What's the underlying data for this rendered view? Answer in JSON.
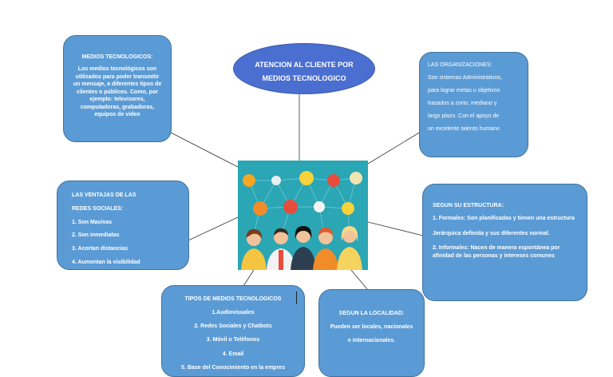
{
  "title": {
    "line1": "ATENCION AL CLIENTE POR",
    "line2": "MEDIOS TECNOLOGICO"
  },
  "medios": {
    "heading": "MEDIOS TECNOLOGICOS:",
    "body": "Los medios tecnológicos son utilizados para poder transmitir un mensaje, a diferentes tipos de clientes o públicos. Como, por ejemplo: televisores, computadoras, grabadoras, equipos de video"
  },
  "organizaciones": {
    "lines": [
      "LAS ORGANIZACIONES:",
      "Son sistemas Administrativos,",
      "para lograr metas u objetivos",
      "trazados a corto, mediano y",
      "largo plazo. Con el apoyo de",
      "un excelente talento humano"
    ]
  },
  "ventajas": {
    "lines": [
      "LAS VENTAJAS DE LAS",
      "REDES SOCIALES:",
      "1. Son Masivas",
      "2. Son inmediatas",
      "3. Acortan distancias",
      "4. Aumentan la visibilidad"
    ]
  },
  "estructura": {
    "heading": "SEGUN SU ESTRUCTURA:",
    "p1": "1. Formales: Son planificadas y tienen una estructura",
    "p2": "Jerárquica definida y sus diferentes normal.",
    "p3": "2. Informales: Nacen de manera espontánea por afinidad de las personas y intereses comunes"
  },
  "tipos": {
    "lines": [
      "TIPOS DE MEDIOS TECNOLOGICOS",
      "1.Audiovisuales",
      "2. Redes Sociales y Chatbots",
      "3. Móvil o Teléfonos",
      "4. Email",
      "5. Base del Conocimiento en la empres"
    ]
  },
  "localidad": {
    "lines": [
      "SEGUN LA LOCALIDAD:",
      "Pueden ser locales, nacionales",
      "e internacionales."
    ]
  },
  "colors": {
    "box": "#5b9bd5",
    "ellipse": "#4a6fd1",
    "image_bg": "#2aa6b4"
  }
}
